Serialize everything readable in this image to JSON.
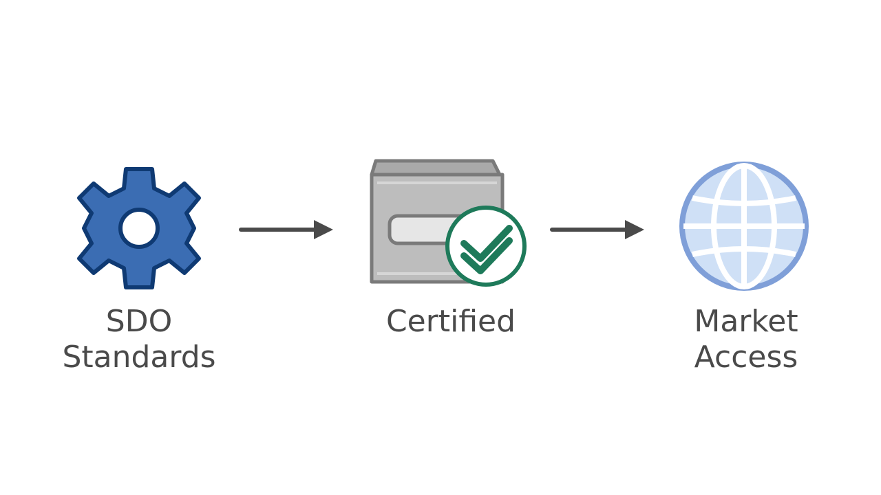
{
  "steps": [
    {
      "icon": "gear-icon",
      "label_lines": [
        "SDO",
        "Standards"
      ],
      "color": "#3b6db3"
    },
    {
      "icon": "certificate-check-icon",
      "label_lines": [
        "Certified"
      ],
      "color": "#1e7a5a"
    },
    {
      "icon": "globe-icon",
      "label_lines": [
        "Market",
        "Access"
      ],
      "color": "#7f9fd8"
    }
  ],
  "connectors": [
    "arrow-right-icon",
    "arrow-right-icon"
  ],
  "colors": {
    "text": "#4a4a4a",
    "arrow": "#4a4a4a",
    "gear_fill": "#3b6db3",
    "gear_stroke": "#0f3a73",
    "cert_body": "#b8b8b8",
    "cert_stroke": "#7a7a7a",
    "check_green": "#1e7a5a",
    "globe_fill": "#cfe0f6",
    "globe_stroke": "#7f9fd8"
  }
}
